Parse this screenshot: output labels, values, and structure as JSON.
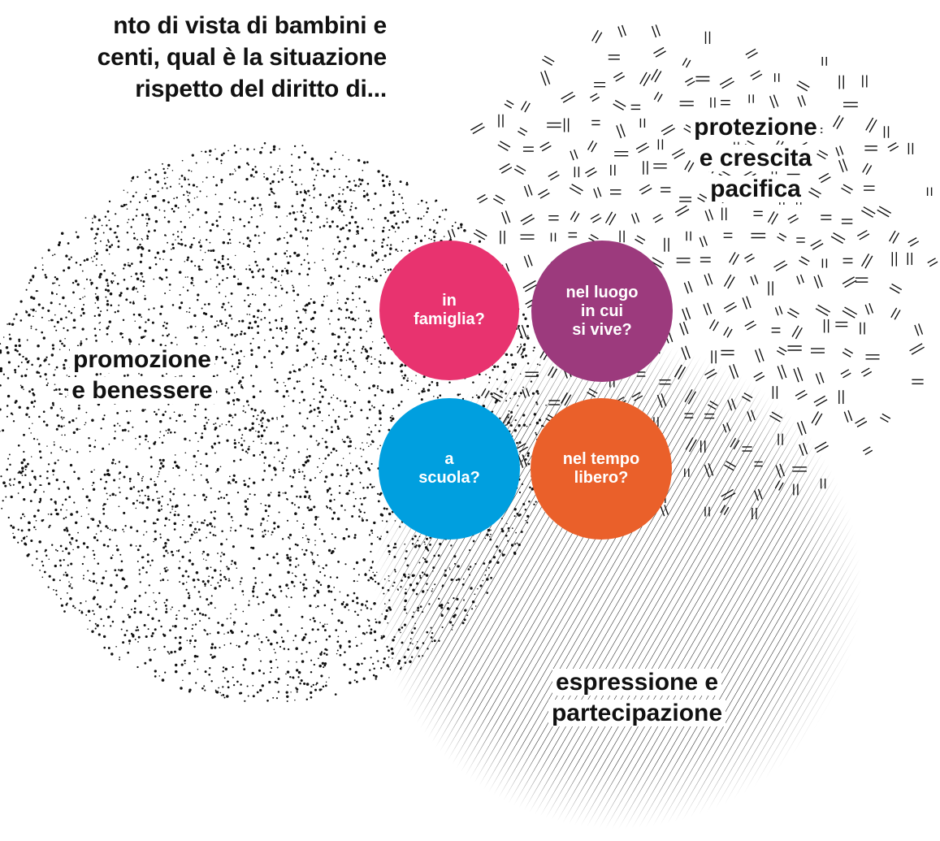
{
  "title": "nto di vista di bambini e\ncenti, qual è la situazione\nrispetto del diritto di...",
  "areas": {
    "protezione": "protezione\ne crescita\npacifica",
    "promozione": "promozione\ne benessere",
    "espressione": "espressione e\npartecipazione"
  },
  "contexts": {
    "famiglia": "in\nfamiglia?",
    "luogo": "nel luogo\nin cui\nsi vive?",
    "scuola": "a\nscuola?",
    "tempo": "nel tempo\nlibero?"
  },
  "colors": {
    "famiglia": "#e8336f",
    "luogo": "#9c3a7d",
    "scuola": "#009fdf",
    "tempo": "#ea602a",
    "pattern": "#111111"
  }
}
